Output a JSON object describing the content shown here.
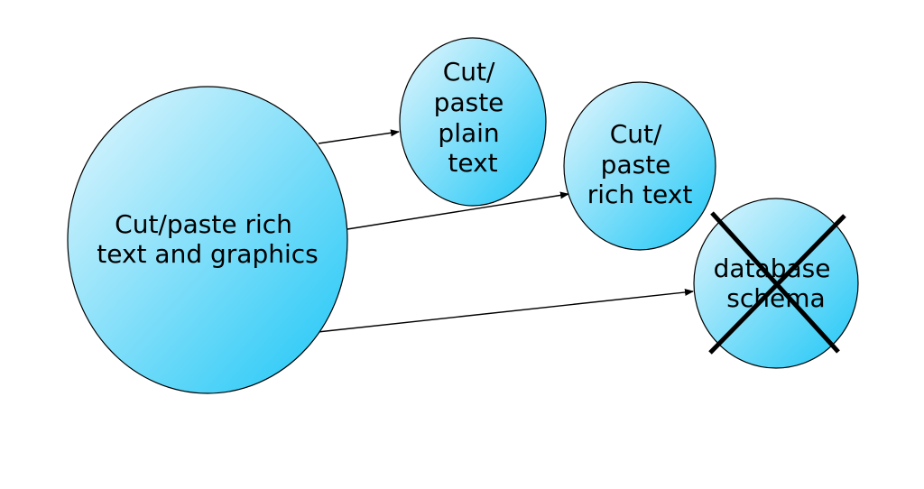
{
  "diagram": {
    "source_node": {
      "lines": [
        "Cut/paste rich",
        "text and graphics"
      ]
    },
    "target_nodes": [
      {
        "lines": [
          "Cut/",
          "paste",
          "plain",
          "text"
        ],
        "crossed_out": false
      },
      {
        "lines": [
          "Cut/",
          "paste",
          "rich text"
        ],
        "crossed_out": false
      },
      {
        "lines": [
          "database",
          "schema"
        ],
        "crossed_out": true
      }
    ],
    "colors": {
      "bubble_light": "#e6f7fd",
      "bubble_dark": "#1cc6f6",
      "stroke": "#000000",
      "background": "#ffffff"
    }
  }
}
